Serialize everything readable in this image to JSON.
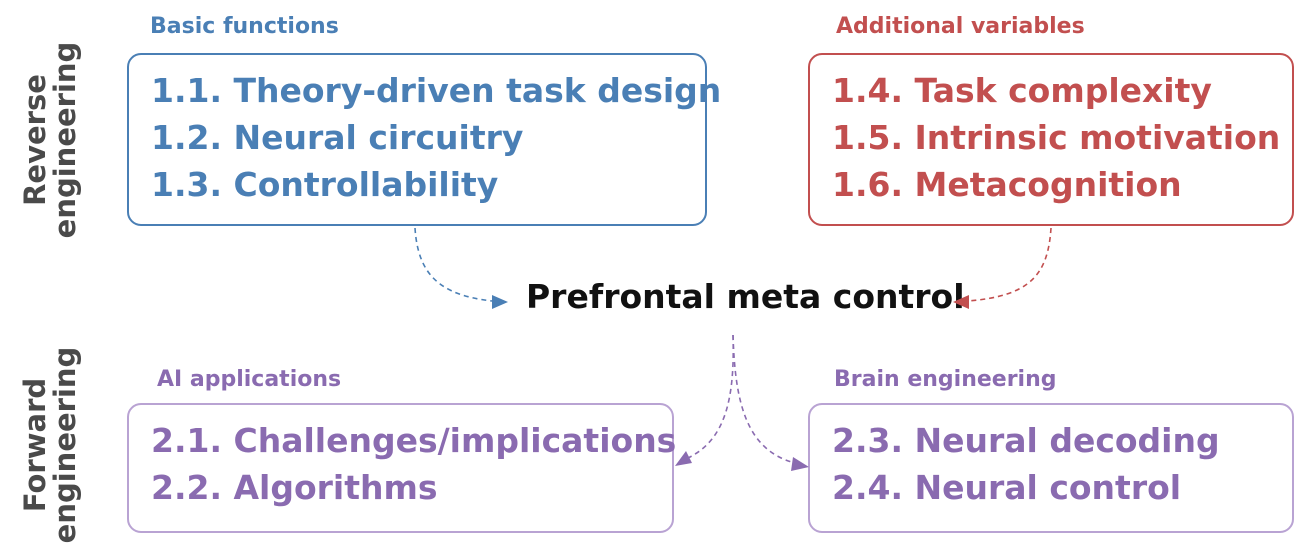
{
  "side_labels": {
    "reverse": [
      "Reverse",
      "engineering"
    ],
    "forward": [
      "Forward",
      "engineering"
    ]
  },
  "center": "Prefrontal meta control",
  "groups": {
    "basic": {
      "title": "Basic functions",
      "items": [
        "1.1. Theory-driven task design",
        "1.2. Neural circuitry",
        "1.3. Controllability"
      ]
    },
    "additional": {
      "title": "Additional variables",
      "items": [
        "1.4. Task complexity",
        "1.5. Intrinsic motivation",
        "1.6. Metacognition"
      ]
    },
    "ai": {
      "title": "AI applications",
      "items": [
        "2.1. Challenges/implications",
        "2.2. Algorithms"
      ]
    },
    "brain": {
      "title": "Brain engineering",
      "items": [
        "2.3. Neural decoding",
        "2.4. Neural control"
      ]
    }
  },
  "colors": {
    "blue": "#4a7fb5",
    "red": "#c24f4f",
    "purple": "#8a6bb0",
    "purple_border": "#b9a3d3",
    "side_label": "#4a4a4a"
  }
}
